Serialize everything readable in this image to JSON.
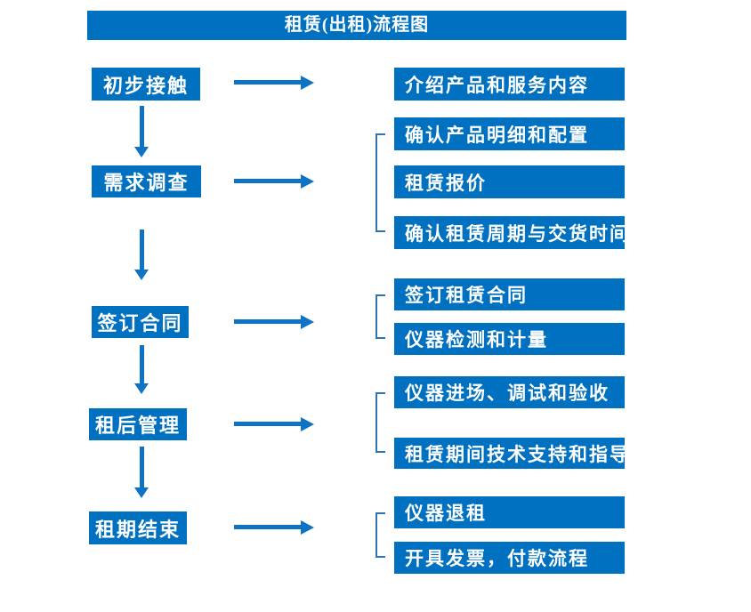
{
  "title": "租赁(出租)流程图",
  "colors": {
    "box_blue": "#0070C0",
    "arrow_blue": "#0E73C4",
    "bracket_blue": "#2E74B5",
    "text_white": "#FFFFFF",
    "background": "#FFFFFF"
  },
  "flow": {
    "stages": [
      {
        "label": "初步接触",
        "details": [
          "介绍产品和服务内容"
        ]
      },
      {
        "label": "需求调查",
        "details": [
          "确认产品明细和配置",
          "租赁报价",
          "确认租赁周期与交货时间"
        ]
      },
      {
        "label": "签订合同",
        "details": [
          "签订租赁合同",
          "仪器检测和计量"
        ]
      },
      {
        "label": "租后管理",
        "details": [
          "仪器进场、调试和验收",
          "租赁期间技术支持和指导"
        ]
      },
      {
        "label": "租期结束",
        "details": [
          "仪器退租",
          "开具发票，付款流程"
        ]
      }
    ]
  }
}
